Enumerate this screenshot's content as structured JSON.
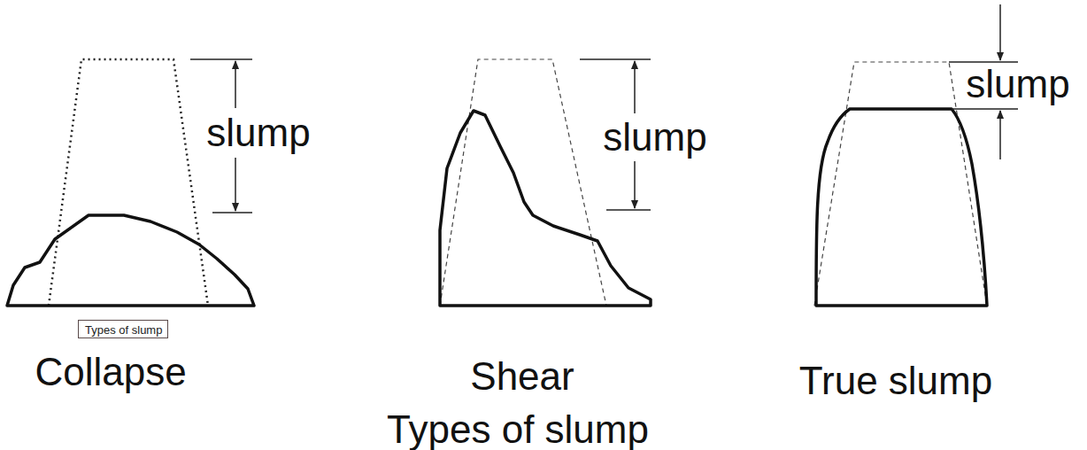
{
  "diagram": {
    "caption": "Types of slump",
    "nodes": [
      {
        "text": [
          "Types of slump"
        ]
      }
    ],
    "labels": [
      "slump",
      "slump",
      "slump",
      "Collapse",
      "Shear",
      "True slump"
    ]
  }
}
